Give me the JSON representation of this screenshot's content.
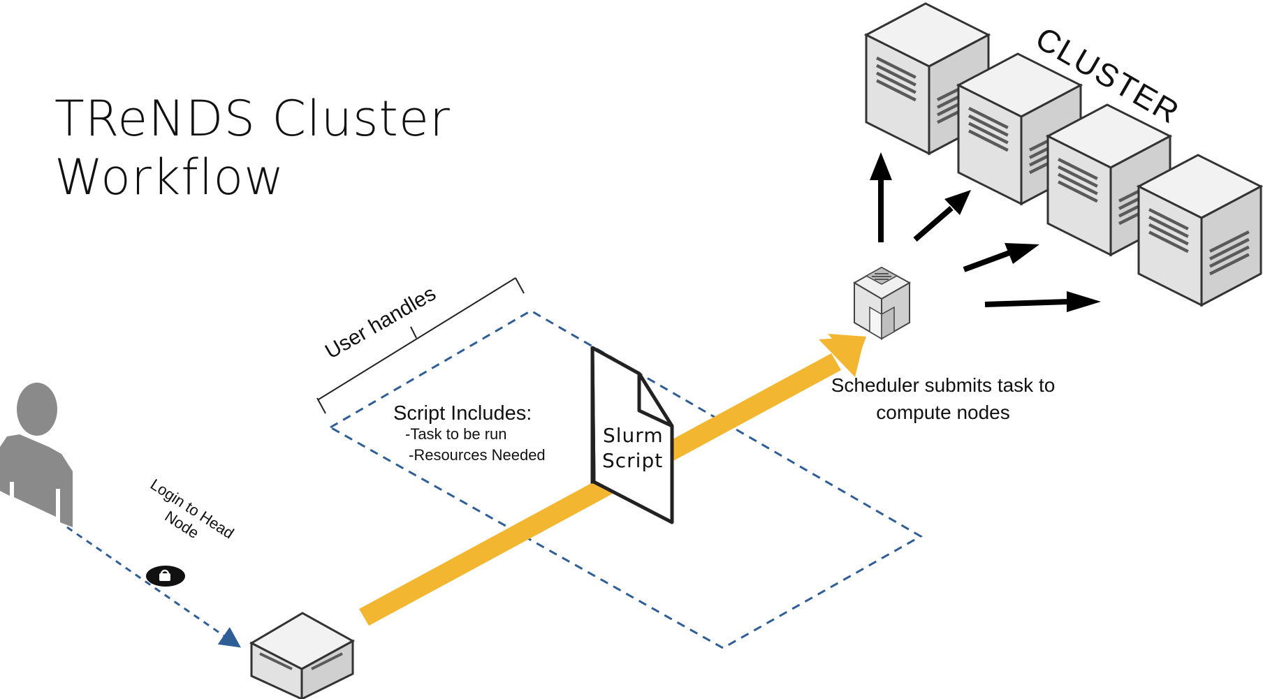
{
  "title": {
    "line1": "TReNDS Cluster",
    "line2": "Workflow"
  },
  "labels": {
    "cluster": "CLUSTER",
    "user_handles": "User handles",
    "script_includes": "Script Includes:",
    "script_item_1": "-Task to be run",
    "script_item_2": "-Resources Needed",
    "slurm_line1": "Slurm",
    "slurm_line2": "Script",
    "scheduler_line1": "Scheduler submits task to",
    "scheduler_line2": "compute nodes",
    "login_line1": "Login to Head",
    "login_line2": "Node"
  },
  "icons": {
    "user": "person-silhouette-icon",
    "lock": "lock-icon",
    "head_node": "server-box-icon",
    "scheduler": "scheduler-server-icon",
    "compute_node": "server-cube-icon",
    "document": "document-icon"
  },
  "colors": {
    "flow_arrow": "#F2B630",
    "dashed_line": "#2E5E95",
    "person": "#8A8A8A",
    "server_light": "#EDEDED",
    "server_mid": "#D6D6D6",
    "server_dark": "#C4C4C4"
  }
}
